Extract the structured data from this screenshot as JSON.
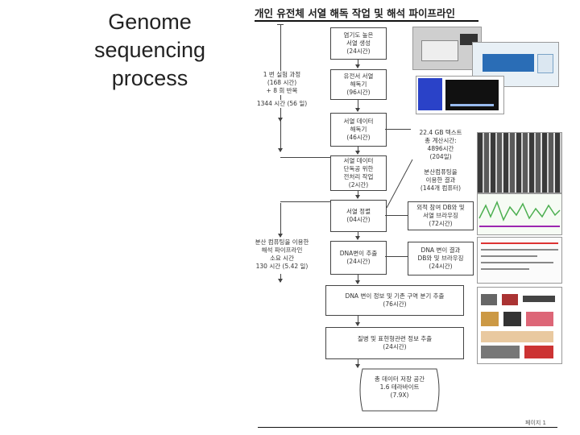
{
  "slide": {
    "title": "Genome\nsequencing\nprocess"
  },
  "document": {
    "title": "개인 유전체 서열 해독 작업 및 해석 파이프라인",
    "boxes": [
      "염기도 높은\n서열 생성\n(24시간)",
      "유전서 서열\n해독기\n(96시간)",
      "서열 데이터\n해독기\n(46시간)",
      "서열 데이터\n단독공 위한\n전처리 작업\n(2시간)",
      "서열 정렬\n(04시간)",
      "DNA변이 추출\n(24시간)",
      "DNA 변이 정보 및 기존 구역 분기 추출\n(76시간)",
      "질병 및 표현형관련 정보 추출\n(24시간)",
      "총 데이터 저장 공간\n1.6 테라바이트\n(7.9X)"
    ],
    "left_labels": [
      "1 번 실험 과정\n(168 시간)\n+ 8 회 반복",
      "1344 시간 (56 일)",
      "분산 컴퓨팅을 이용한\n해석 파이프라인\n소요 시간\n130 시간 (5.42 일)"
    ],
    "right_labels": [
      "22.4 GB 텍스트\n총 계산시간:\n4896시간\n(204일)",
      "분산컴퓨팅을\n이용한 결과\n(144개 컴퓨터)",
      "외적 참여 DB와 및\n서열 브라우징\n(72시간)",
      "DNA 변이 결과\nDB와 및 브라우징\n(24시간)"
    ],
    "page_number": "페이지 1"
  }
}
